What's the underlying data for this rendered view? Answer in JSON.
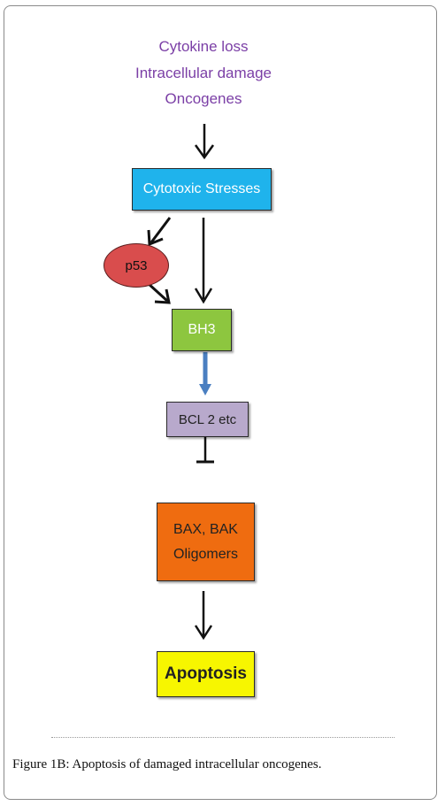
{
  "stimuli": {
    "lines": [
      "Cytokine loss",
      "Intracellular damage",
      "Oncogenes"
    ],
    "color": "#7b3fa6"
  },
  "nodes": {
    "cytotoxic": {
      "label": "Cytotoxic Stresses",
      "color": "#1fb3ec"
    },
    "p53": {
      "label": "p53",
      "color": "#d94d4d"
    },
    "bh3": {
      "label": "BH3",
      "color": "#8dc63f"
    },
    "bcl2": {
      "label": "BCL 2 etc",
      "color": "#b8a9cc"
    },
    "baxbak": {
      "line1": "BAX, BAK",
      "line2": "Oligomers",
      "color": "#ef6c10"
    },
    "apoptosis": {
      "label": "Apoptosis",
      "color": "#f7f600"
    }
  },
  "edge_colors": {
    "default": "#111111",
    "bh3_to_bcl2": "#4a7fc1"
  },
  "caption": {
    "prefix": "Figure 1B:",
    "text": " Apoptosis of damaged intracellular oncogenes."
  }
}
